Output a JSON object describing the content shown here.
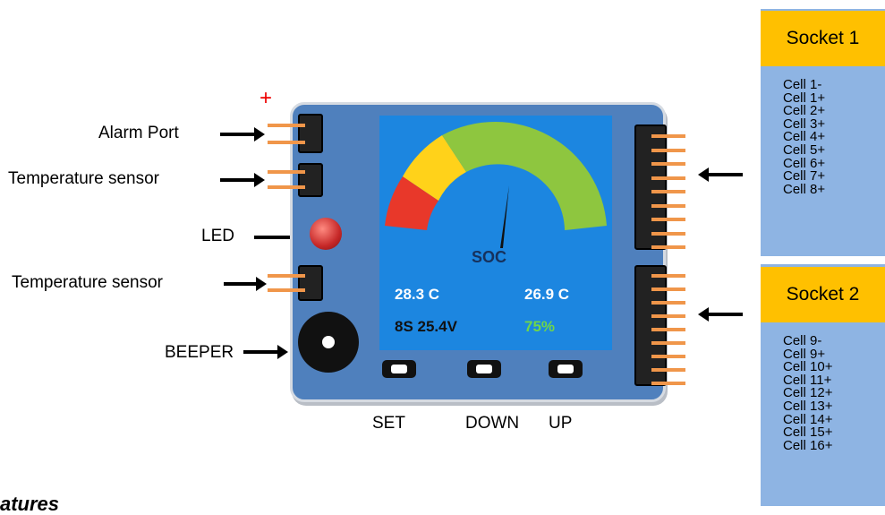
{
  "labels": {
    "plus": "+",
    "alarm_port": "Alarm Port",
    "temp_sensor_1": "Temperature sensor",
    "led": "LED",
    "temp_sensor_2": "Temperature sensor",
    "beeper": "BEEPER"
  },
  "screen": {
    "soc_label": "SOC",
    "temp_left": "28.3 C",
    "temp_right": "26.9 C",
    "pack": "8S 25.4V",
    "percent": "75%",
    "colors": {
      "percent": "#6fd64a",
      "gauge_red": "#e8382a",
      "gauge_yellow": "#ffd21a",
      "gauge_green": "#8ec63f"
    }
  },
  "buttons": {
    "set": "SET",
    "down": "DOWN",
    "up": "UP"
  },
  "socket1": {
    "title": "Socket 1",
    "cells": [
      "Cell 1-",
      "Cell 1+",
      "Cell 2+",
      "Cell 3+",
      "Cell 4+",
      "Cell 5+",
      "Cell 6+",
      "Cell 7+",
      "Cell 8+"
    ]
  },
  "socket2": {
    "title": "Socket 2",
    "cells": [
      "Cell 9-",
      "Cell 9+",
      "Cell 10+",
      "Cell 11+",
      "Cell 12+",
      "Cell 13+",
      "Cell 14+",
      "Cell 15+",
      "Cell 16+"
    ]
  },
  "footer_partial": "atures"
}
